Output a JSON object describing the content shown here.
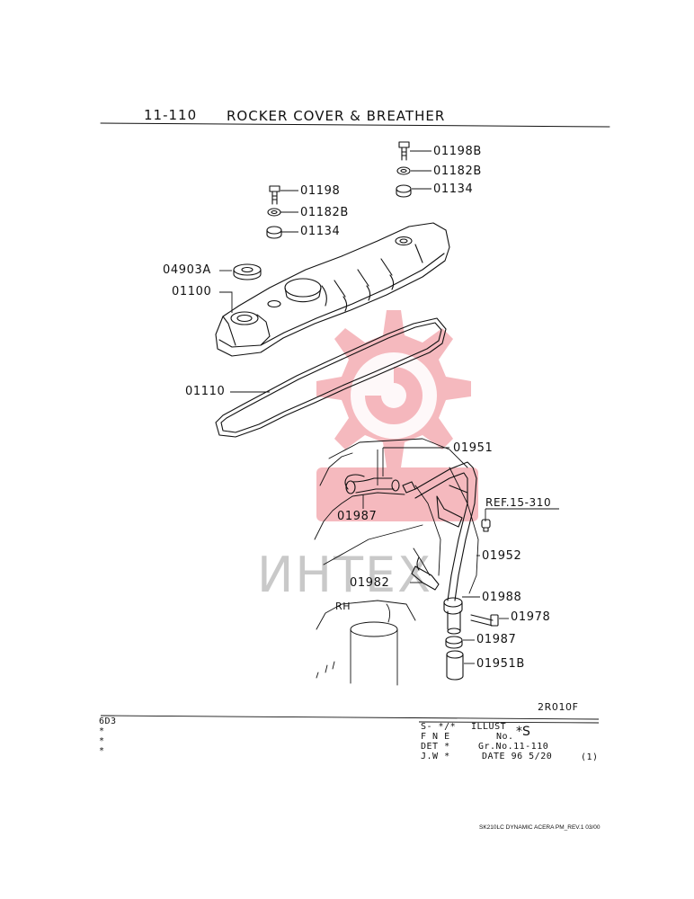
{
  "title": {
    "number": "11-110",
    "name": "ROCKER COVER & BREATHER"
  },
  "callouts": [
    {
      "id": "c1",
      "label": "01198B"
    },
    {
      "id": "c2",
      "label": "01182B"
    },
    {
      "id": "c3",
      "label": "01134"
    },
    {
      "id": "c4",
      "label": "01198"
    },
    {
      "id": "c5",
      "label": "01182B"
    },
    {
      "id": "c6",
      "label": "01134"
    },
    {
      "id": "c7",
      "label": "04903A"
    },
    {
      "id": "c8",
      "label": "01100"
    },
    {
      "id": "c9",
      "label": "01110"
    },
    {
      "id": "c10",
      "label": "01951"
    },
    {
      "id": "c11",
      "label": "01987"
    },
    {
      "id": "c12",
      "label": "REF.15-310"
    },
    {
      "id": "c13",
      "label": "01952"
    },
    {
      "id": "c14",
      "label": "01982"
    },
    {
      "id": "c15",
      "label": "01988"
    },
    {
      "id": "c16",
      "label": "01978"
    },
    {
      "id": "c17",
      "label": "01987"
    },
    {
      "id": "c18",
      "label": "01951B"
    }
  ],
  "side_label": "RH",
  "drawing_code": "2R010F",
  "title_block": {
    "left_lines": [
      "6D3",
      "*",
      "*",
      "*"
    ],
    "col1": [
      "S- */*",
      "F N E",
      "DET *",
      "J.W *"
    ],
    "illust_label": "ILLUST",
    "no_label": "No.",
    "no_value": "*S",
    "gr_no": "Gr.No.11-110",
    "date": "DATE 96 5/20",
    "page": "(1)"
  },
  "footer": "SK210LC DYNAMIC ACERA PM_REV.1 03/00",
  "watermark": "ИНТЕХ",
  "colors": {
    "watermark_red": "#f2a2a8",
    "watermark_grey": "#c9c9c9",
    "line": "#111111"
  }
}
